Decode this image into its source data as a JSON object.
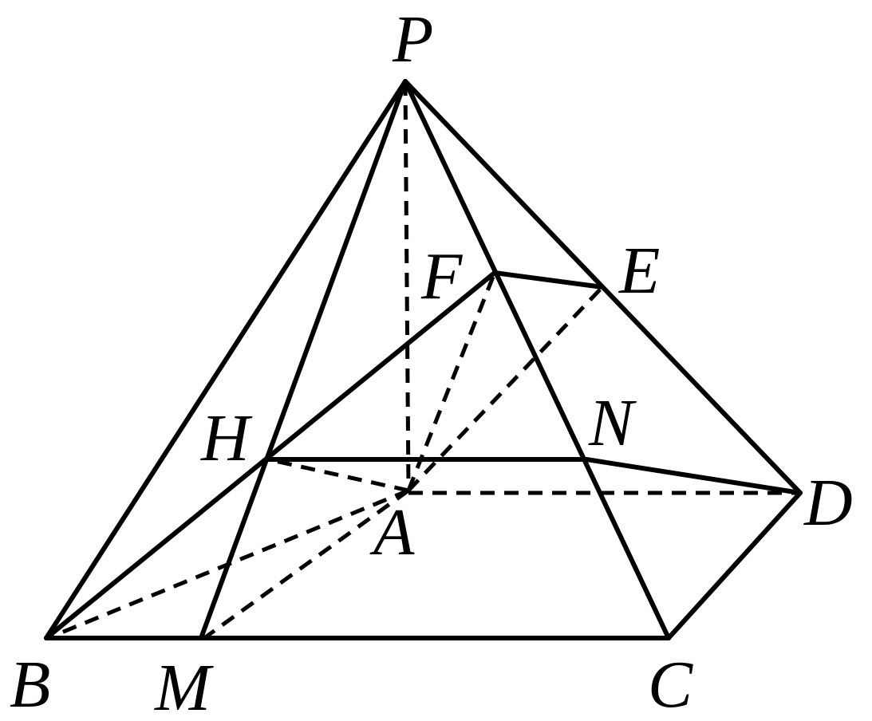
{
  "diagram": {
    "points": [
      {
        "id": "P",
        "label": "P"
      },
      {
        "id": "F",
        "label": "F"
      },
      {
        "id": "E",
        "label": "E"
      },
      {
        "id": "H",
        "label": "H"
      },
      {
        "id": "N",
        "label": "N"
      },
      {
        "id": "D",
        "label": "D"
      },
      {
        "id": "A",
        "label": "A"
      },
      {
        "id": "B",
        "label": "B"
      },
      {
        "id": "M",
        "label": "M"
      },
      {
        "id": "C",
        "label": "C"
      }
    ],
    "solid_segments": [
      [
        "P",
        "B"
      ],
      [
        "P",
        "M"
      ],
      [
        "P",
        "C"
      ],
      [
        "P",
        "D"
      ],
      [
        "B",
        "C"
      ],
      [
        "C",
        "D"
      ],
      [
        "B",
        "F"
      ],
      [
        "F",
        "E"
      ],
      [
        "H",
        "N"
      ],
      [
        "N",
        "D"
      ]
    ],
    "hidden_segments": [
      [
        "P",
        "A"
      ],
      [
        "A",
        "B"
      ],
      [
        "A",
        "M"
      ],
      [
        "A",
        "H"
      ],
      [
        "A",
        "F"
      ],
      [
        "A",
        "E"
      ],
      [
        "A",
        "D"
      ]
    ],
    "colors": {
      "stroke": "#000000",
      "background": "#ffffff"
    }
  }
}
